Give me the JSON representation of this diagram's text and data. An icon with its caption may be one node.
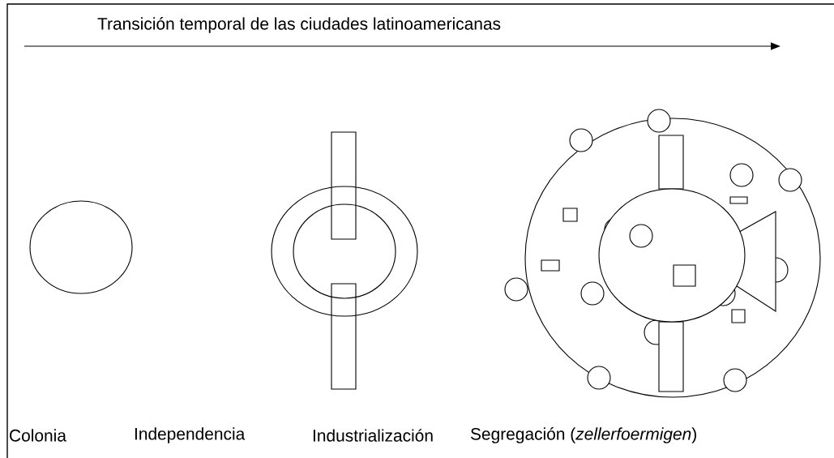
{
  "diagram": {
    "title": "Transición temporal de las ciudades latinoamericanas",
    "labels": [
      "Colonia",
      "Independencia",
      "Industrialización",
      "Segregación (*zellerfoermigen*)"
    ]
  }
}
